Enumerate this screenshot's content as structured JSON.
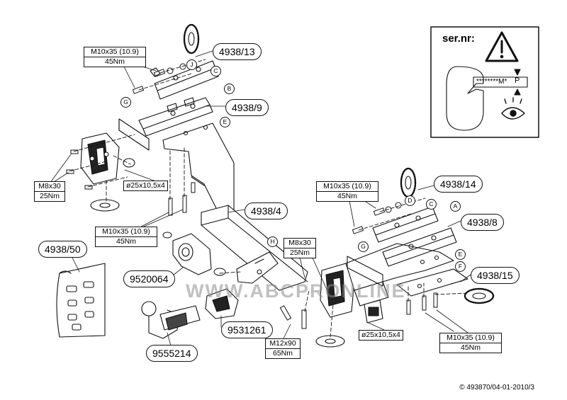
{
  "diagram": {
    "part_labels": {
      "p4938_13": "4938/13",
      "p4938_9": "4938/9",
      "p4938_4": "4938/4",
      "p4938_14": "4938/14",
      "p4938_8": "4938/8",
      "p4938_15": "4938/15",
      "p4938_50": "4938/50",
      "p9520064": "9520064",
      "p9531261": "9531261",
      "p9555214": "9555214"
    },
    "specs": {
      "bolt_top_left": {
        "size": "M10x35 (10.9)",
        "torque": "45Nm"
      },
      "bolt_left": {
        "size": "M8x30",
        "torque": "25Nm"
      },
      "bolt_mid_left": {
        "size": "M10x35 (10.9)",
        "torque": "45Nm"
      },
      "bolt_top_right": {
        "size": "M10x35 (10.9)",
        "torque": "45Nm"
      },
      "bolt_center": {
        "size": "M8x30",
        "torque": "25Nm"
      },
      "bolt_bottom": {
        "size": "M12x90",
        "torque": "65Nm"
      },
      "bolt_bottom_right": {
        "size": "M10x35 (10.9)",
        "torque": "45Nm"
      }
    },
    "hole_labels": {
      "left": "ø25x10,5x4",
      "right": "ø25x10,5x4"
    },
    "letters": {
      "j": "J",
      "c1": "C",
      "b": "B",
      "g1": "G",
      "e1": "E",
      "h": "H",
      "d": "D",
      "c2": "C",
      "a": "A",
      "g2": "G",
      "e2": "E",
      "f": "F"
    },
    "serial_box": {
      "title": "ser.nr:",
      "stars": "********M*",
      "p": "P"
    },
    "watermark": "WWW.ABCPRONLINE",
    "footer": "© 493870/04-01-2010/3"
  }
}
